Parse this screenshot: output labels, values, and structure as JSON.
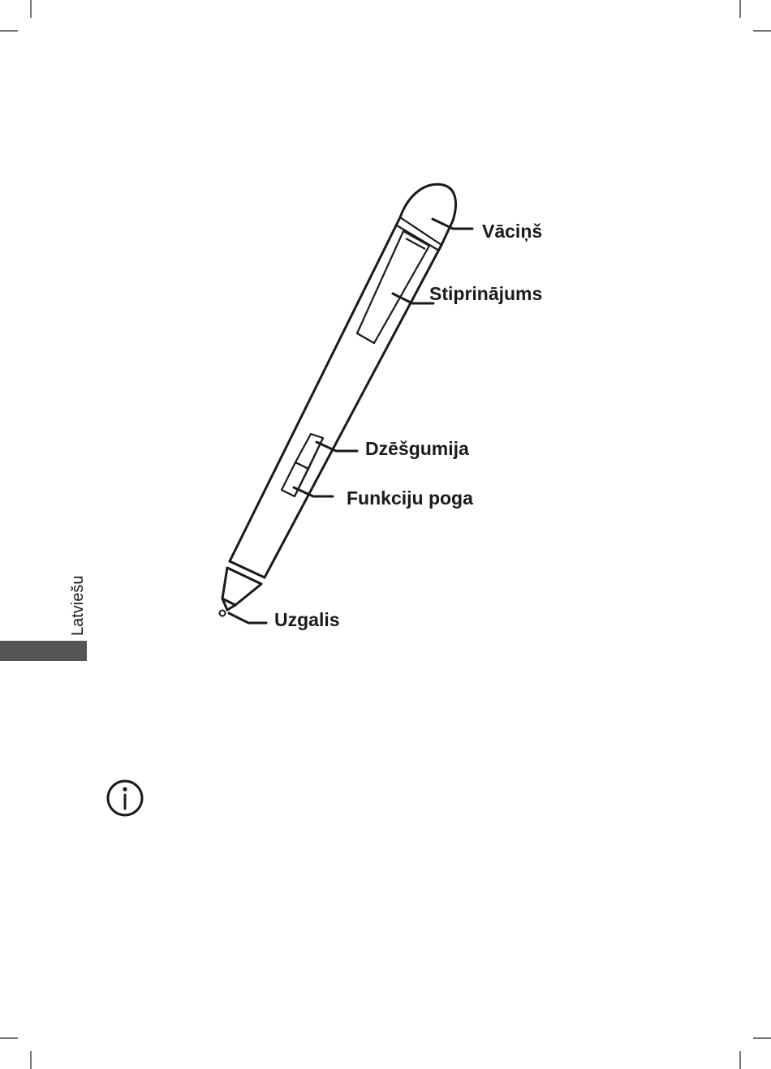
{
  "side_tab": {
    "text": "Latviešu",
    "color": "#555555"
  },
  "labels": {
    "cap": "Vāciņš",
    "clip": "Stiprinājums",
    "eraser": "Dzēšgumija",
    "function_button": "Funkciju poga",
    "tip": "Uzgalis"
  },
  "icons": {
    "info": "info-icon"
  }
}
